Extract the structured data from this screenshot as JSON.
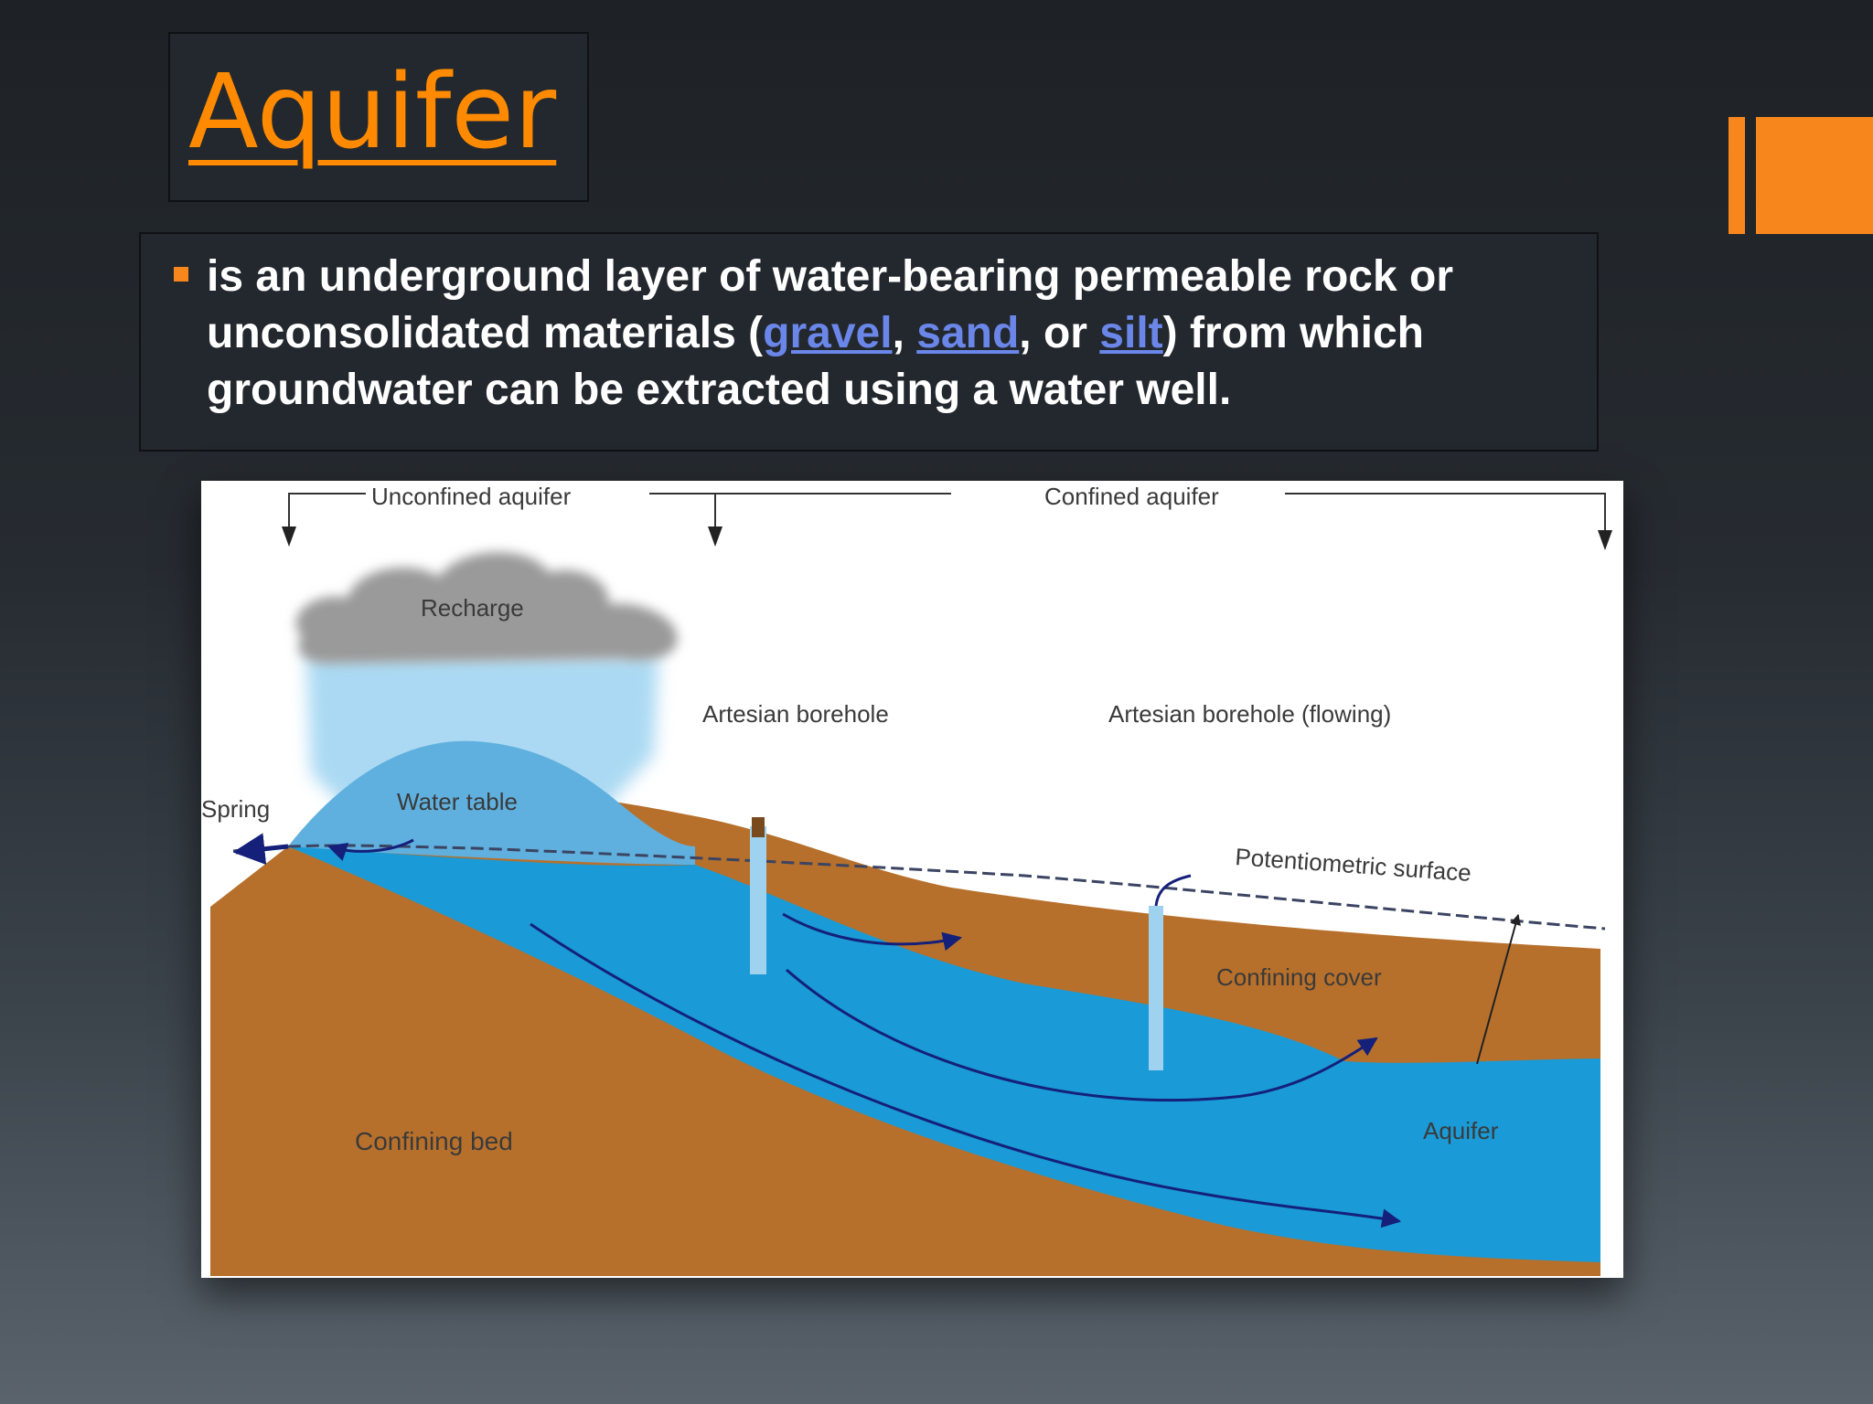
{
  "slide": {
    "title": "Aquifer",
    "definition": {
      "part1": "is an underground layer of water-bearing permeable rock or unconsolidated materials (",
      "link1": "gravel",
      "sep1": ", ",
      "link2": "sand",
      "sep2": ", or ",
      "link3": "silt",
      "part2": ") from which groundwater can be extracted using a water well."
    },
    "colors": {
      "accent": "#f7871d",
      "title": "#ff8a00",
      "link": "#6a86e8"
    }
  },
  "diagram": {
    "labels": {
      "unconfined_aquifer": "Unconfined aquifer",
      "confined_aquifer": "Confined aquifer",
      "recharge": "Recharge",
      "artesian_borehole_1": "Artesian borehole",
      "artesian_borehole_2": "Artesian borehole (flowing)",
      "spring": "Spring",
      "water_table": "Water table",
      "potentiometric_surface": "Potentiometric surface",
      "confining_cover": "Confining cover",
      "confining_bed": "Confining bed",
      "aquifer": "Aquifer"
    },
    "colors": {
      "soil": "#b7702b",
      "aquifer": "#1a9ad6",
      "water_table_zone": "#5fb0de",
      "cloud": "#9a9a9a",
      "rain": "#8fcdef",
      "flow_lines": "#14207a"
    }
  }
}
